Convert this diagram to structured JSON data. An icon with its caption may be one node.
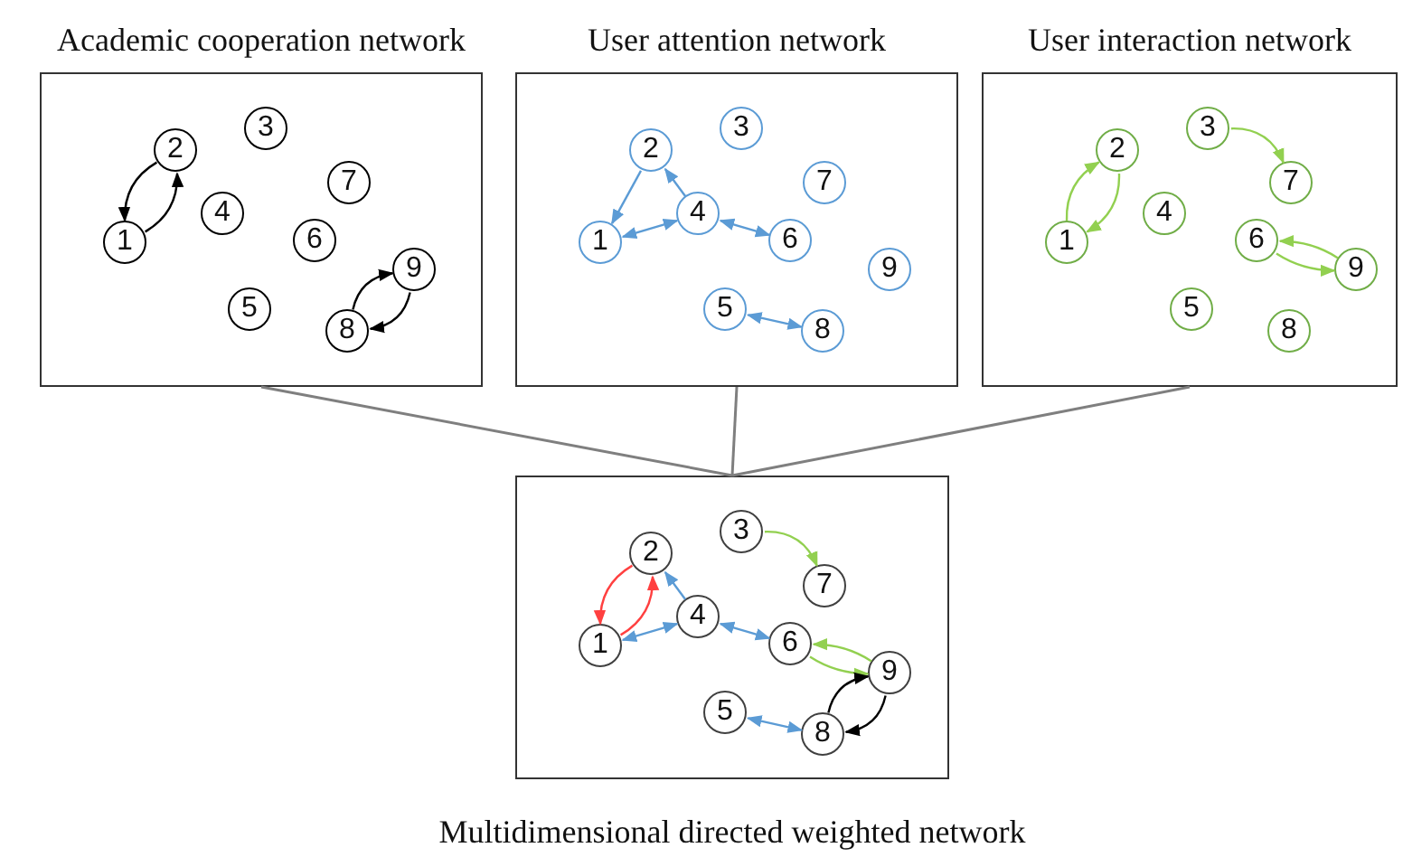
{
  "diagram": {
    "nodes": [
      {
        "text": [
          "Academic cooperation network"
        ]
      },
      {
        "text": [
          "1"
        ],
        "in": 0
      },
      {
        "text": [
          "2"
        ],
        "in": 0
      },
      {
        "text": [
          "3"
        ],
        "in": 0
      },
      {
        "text": [
          "4"
        ],
        "in": 0
      },
      {
        "text": [
          "5"
        ],
        "in": 0
      },
      {
        "text": [
          "6"
        ],
        "in": 0
      },
      {
        "text": [
          "7"
        ],
        "in": 0
      },
      {
        "text": [
          "8"
        ],
        "in": 0
      },
      {
        "text": [
          "9"
        ],
        "in": 0
      },
      {
        "text": [
          "User attention network"
        ]
      },
      {
        "text": [
          "1"
        ],
        "in": 10
      },
      {
        "text": [
          "2"
        ],
        "in": 10
      },
      {
        "text": [
          "3"
        ],
        "in": 10
      },
      {
        "text": [
          "4"
        ],
        "in": 10
      },
      {
        "text": [
          "5"
        ],
        "in": 10
      },
      {
        "text": [
          "6"
        ],
        "in": 10
      },
      {
        "text": [
          "7"
        ],
        "in": 10
      },
      {
        "text": [
          "8"
        ],
        "in": 10
      },
      {
        "text": [
          "9"
        ],
        "in": 10
      },
      {
        "text": [
          "User interaction network"
        ]
      },
      {
        "text": [
          "1"
        ],
        "in": 20
      },
      {
        "text": [
          "2"
        ],
        "in": 20
      },
      {
        "text": [
          "3"
        ],
        "in": 20
      },
      {
        "text": [
          "4"
        ],
        "in": 20
      },
      {
        "text": [
          "5"
        ],
        "in": 20
      },
      {
        "text": [
          "6"
        ],
        "in": 20
      },
      {
        "text": [
          "7"
        ],
        "in": 20
      },
      {
        "text": [
          "8"
        ],
        "in": 20
      },
      {
        "text": [
          "9"
        ],
        "in": 20
      },
      {
        "text": [
          "Multidimensional directed weighted network"
        ]
      },
      {
        "text": [
          "1"
        ],
        "in": 30
      },
      {
        "text": [
          "2"
        ],
        "in": 30
      },
      {
        "text": [
          "3"
        ],
        "in": 30
      },
      {
        "text": [
          "4"
        ],
        "in": 30
      },
      {
        "text": [
          "5"
        ],
        "in": 30
      },
      {
        "text": [
          "6"
        ],
        "in": 30
      },
      {
        "text": [
          "7"
        ],
        "in": 30
      },
      {
        "text": [
          "8"
        ],
        "in": 30
      },
      {
        "text": [
          "9"
        ],
        "in": 30
      }
    ],
    "edges": [
      {
        "from": 2,
        "to": 1,
        "arrow": "to",
        "color": "#000000"
      },
      {
        "from": 1,
        "to": 2,
        "arrow": "to",
        "color": "#000000"
      },
      {
        "from": 8,
        "to": 9,
        "arrow": "to",
        "color": "#000000"
      },
      {
        "from": 9,
        "to": 8,
        "arrow": "to",
        "color": "#000000"
      },
      {
        "from": 12,
        "to": 11,
        "arrow": "to",
        "color": "#5b9bd5"
      },
      {
        "from": 14,
        "to": 12,
        "arrow": "to",
        "color": "#5b9bd5"
      },
      {
        "from": 11,
        "to": 14,
        "arrow": "both",
        "color": "#5b9bd5"
      },
      {
        "from": 14,
        "to": 16,
        "arrow": "both",
        "color": "#5b9bd5"
      },
      {
        "from": 15,
        "to": 18,
        "arrow": "both",
        "color": "#5b9bd5"
      },
      {
        "from": 21,
        "to": 22,
        "arrow": "to",
        "color": "#92d050"
      },
      {
        "from": 22,
        "to": 21,
        "arrow": "to",
        "color": "#92d050"
      },
      {
        "from": 23,
        "to": 27,
        "arrow": "to",
        "color": "#92d050"
      },
      {
        "from": 29,
        "to": 26,
        "arrow": "to",
        "color": "#92d050"
      },
      {
        "from": 26,
        "to": 29,
        "arrow": "to",
        "color": "#92d050"
      },
      {
        "from": 32,
        "to": 31,
        "arrow": "to",
        "color": "#ff4040"
      },
      {
        "from": 31,
        "to": 32,
        "arrow": "to",
        "color": "#ff4040"
      },
      {
        "from": 34,
        "to": 32,
        "arrow": "to",
        "color": "#5b9bd5"
      },
      {
        "from": 31,
        "to": 34,
        "arrow": "both",
        "color": "#5b9bd5"
      },
      {
        "from": 33,
        "to": 37,
        "arrow": "to",
        "color": "#92d050"
      },
      {
        "from": 34,
        "to": 36,
        "arrow": "both",
        "color": "#5b9bd5"
      },
      {
        "from": 39,
        "to": 36,
        "arrow": "to",
        "color": "#92d050"
      },
      {
        "from": 36,
        "to": 39,
        "arrow": "to",
        "color": "#92d050"
      },
      {
        "from": 38,
        "to": 39,
        "arrow": "to",
        "color": "#000000"
      },
      {
        "from": 39,
        "to": 38,
        "arrow": "to",
        "color": "#000000"
      },
      {
        "from": 35,
        "to": 38,
        "arrow": "both",
        "color": "#5b9bd5"
      },
      {
        "from": 0,
        "to": 30,
        "arrow": "none",
        "color": "#7f7f7f"
      },
      {
        "from": 10,
        "to": 30,
        "arrow": "none",
        "color": "#7f7f7f"
      },
      {
        "from": 20,
        "to": 30,
        "arrow": "none",
        "color": "#7f7f7f"
      }
    ]
  }
}
